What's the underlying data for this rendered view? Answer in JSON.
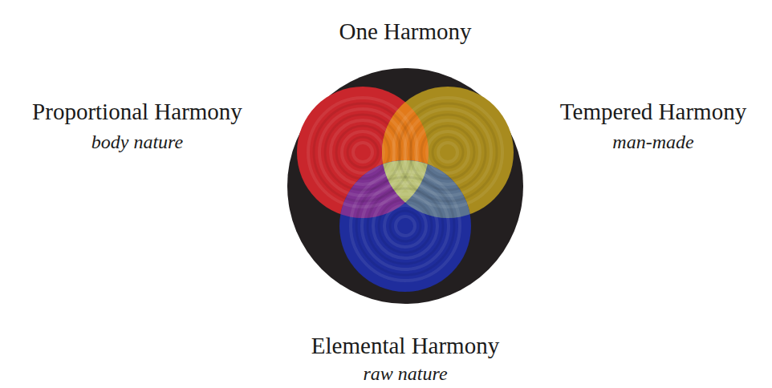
{
  "diagram": {
    "nodes": [
      {
        "text": [
          "One Harmony"
        ]
      },
      {
        "text": [
          "Proportional Harmony",
          "body nature"
        ],
        "in": 0
      },
      {
        "text": [
          "Tempered Harmony",
          "man-made"
        ],
        "in": 0
      },
      {
        "text": [
          "Elemental Harmony",
          "raw nature"
        ],
        "in": 0
      }
    ]
  }
}
